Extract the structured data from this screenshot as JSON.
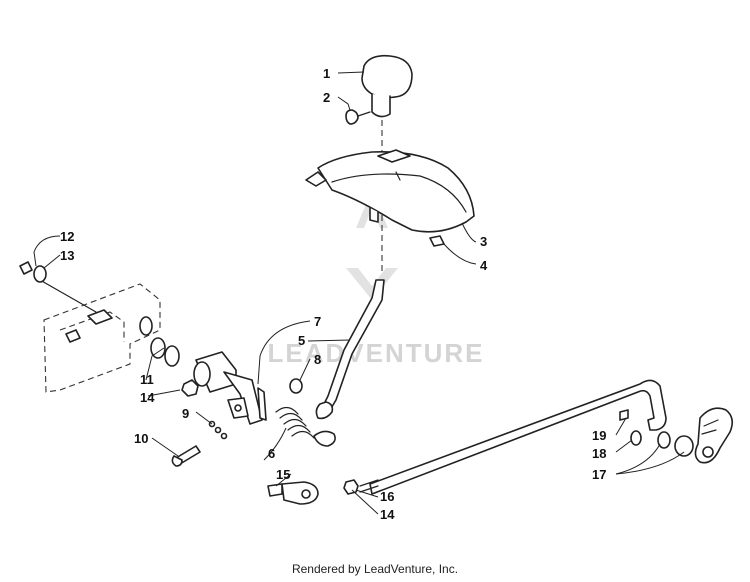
{
  "watermark": {
    "text": "LEADVENTURE"
  },
  "callouts": [
    {
      "id": "1",
      "label": "1"
    },
    {
      "id": "2",
      "label": "2"
    },
    {
      "id": "3",
      "label": "3"
    },
    {
      "id": "4",
      "label": "4"
    },
    {
      "id": "5",
      "label": "5"
    },
    {
      "id": "6",
      "label": "6"
    },
    {
      "id": "7",
      "label": "7"
    },
    {
      "id": "8",
      "label": "8"
    },
    {
      "id": "9",
      "label": "9"
    },
    {
      "id": "10",
      "label": "10"
    },
    {
      "id": "11",
      "label": "11"
    },
    {
      "id": "12",
      "label": "12"
    },
    {
      "id": "13",
      "label": "13"
    },
    {
      "id": "14a",
      "label": "14"
    },
    {
      "id": "14b",
      "label": "14"
    },
    {
      "id": "15",
      "label": "15"
    },
    {
      "id": "16",
      "label": "16"
    },
    {
      "id": "17",
      "label": "17"
    },
    {
      "id": "18",
      "label": "18"
    },
    {
      "id": "19",
      "label": "19"
    }
  ],
  "footer": {
    "text": "Rendered by LeadVenture, Inc."
  }
}
